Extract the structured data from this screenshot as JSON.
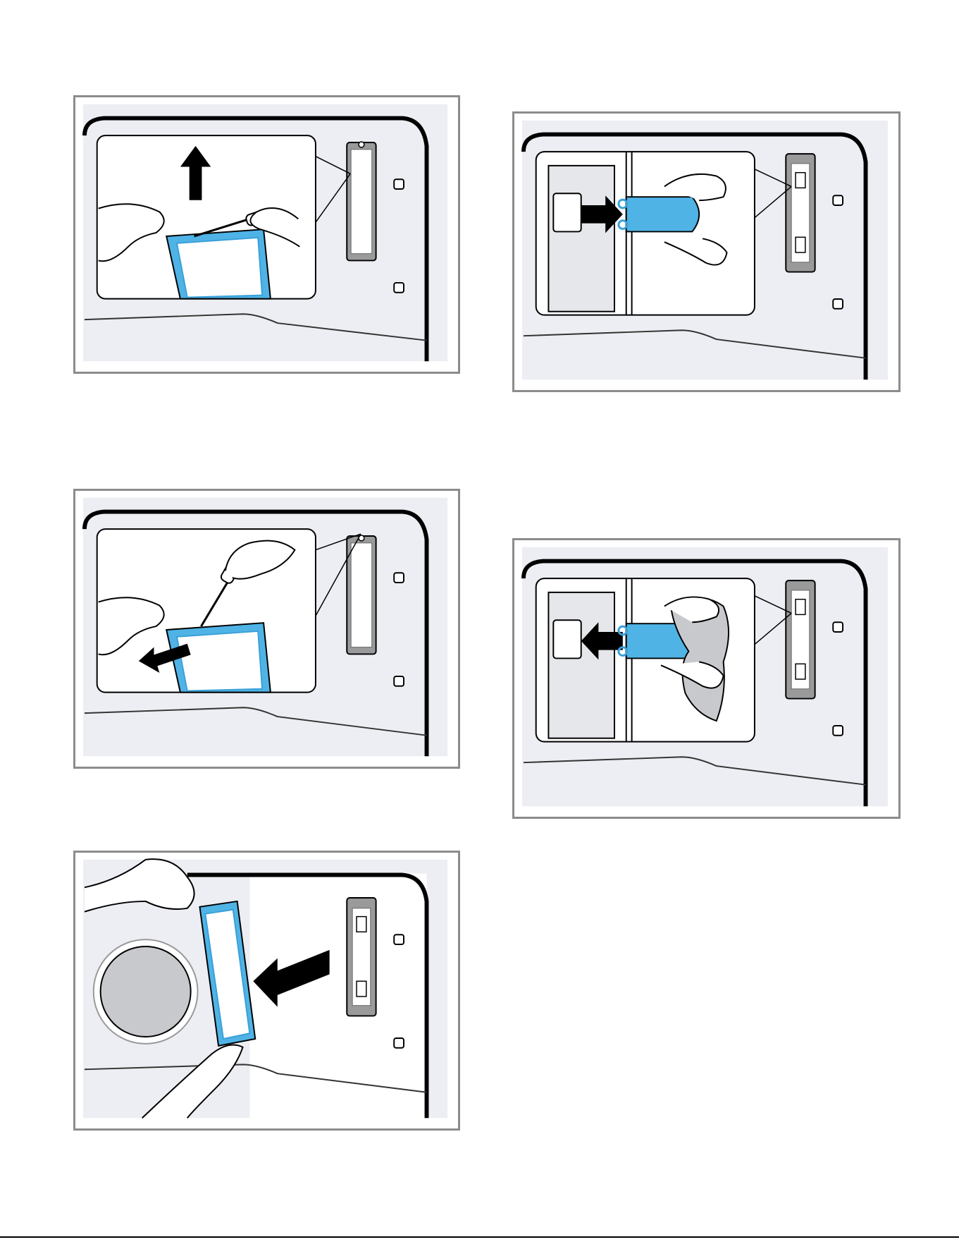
{
  "colors": {
    "frame_border": "#8c8c8c",
    "panel_bg": "#eceef3",
    "oven_outline": "#000000",
    "accent_blue": "#3aa0d8",
    "accent_blue_fill": "#4fb3e6",
    "lamp_cover_gray": "#9a9a9a"
  },
  "figures": [
    {
      "id": "remove-cover-lift",
      "icons": [
        "hand-icon",
        "screwdriver-icon",
        "arrow-up-icon",
        "lamp-cover-icon"
      ]
    },
    {
      "id": "remove-cover-pull",
      "icons": [
        "hand-icon",
        "screwdriver-icon",
        "arrow-down-left-icon",
        "lamp-cover-icon"
      ]
    },
    {
      "id": "refit-cover",
      "icons": [
        "hand-icon",
        "lamp-cover-icon",
        "arrow-left-icon",
        "fan-cover-icon"
      ]
    },
    {
      "id": "remove-bulb",
      "icons": [
        "hand-icon",
        "halogen-bulb-icon",
        "arrow-right-icon",
        "lamp-socket-icon"
      ]
    },
    {
      "id": "insert-bulb",
      "icons": [
        "hand-icon",
        "cloth-icon",
        "halogen-bulb-icon",
        "arrow-left-icon",
        "lamp-socket-icon"
      ]
    }
  ]
}
